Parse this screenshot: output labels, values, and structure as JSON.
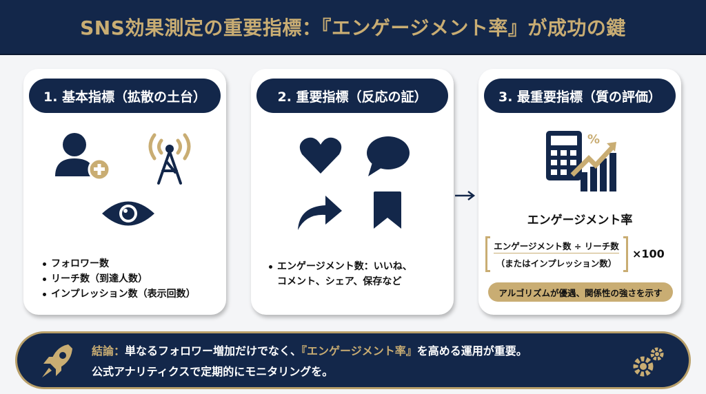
{
  "header": {
    "title": "SNS効果測定の重要指標：『エンゲージメント率』が成功の鍵"
  },
  "cards": [
    {
      "title": "1. 基本指標（拡散の土台）",
      "icons": [
        "user-plus-icon",
        "broadcast-tower-icon",
        "eye-icon"
      ],
      "items": [
        "フォロワー数",
        "リーチ数（到達人数）",
        "インプレッション数（表示回数）"
      ]
    },
    {
      "title": "2. 重要指標（反応の証）",
      "icons": [
        "heart-icon",
        "speech-bubble-icon",
        "share-arrow-icon",
        "bookmark-icon"
      ],
      "items": [
        "エンゲージメント数：いいね、",
        "コメント、シェア、保存など"
      ]
    },
    {
      "title": "3. 最重要指標（質の評価）",
      "icons": [
        "calculator-growth-icon"
      ],
      "rate_title": "エンゲージメント率",
      "formula": {
        "numerator": "エンゲージメント数 ÷ リーチ数",
        "denominator": "（またはインプレッション数）",
        "multiplier": "×100"
      },
      "tag": "アルゴリズムが優遇、関係性の強さを示す"
    }
  ],
  "footer": {
    "label": "結論",
    "separator": "：",
    "line1_a": "単なるフォロワー増加だけでなく、",
    "highlight": "『エンゲージメント率』",
    "line1_b": "を高める運用が重要。",
    "line2": "公式アナリティクスで定期的にモニタリングを。"
  },
  "colors": {
    "navy": "#13274a",
    "gold": "#c9ad73",
    "card": "#ffffff",
    "background": "#f4f5f7"
  }
}
